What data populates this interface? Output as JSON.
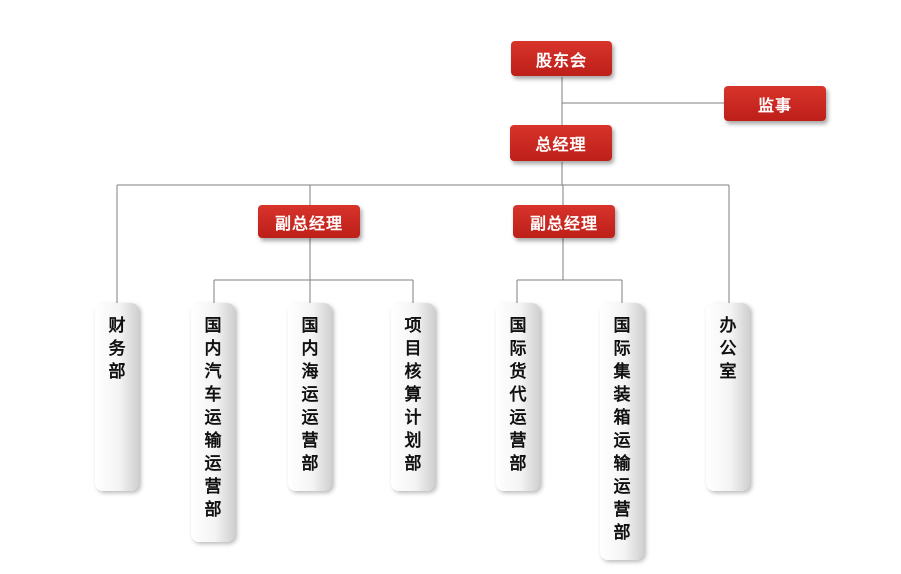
{
  "chart": {
    "top": "股东会",
    "supervisor": "监事",
    "gm": "总经理",
    "vp_left": "副总经理",
    "vp_right": "副总经理",
    "depts": [
      "财务部",
      "国内汽车运输运营部",
      "国内海运运营部",
      "项目核算计划部",
      "国际货代运营部",
      "国际集装箱运输运营部",
      "办公室"
    ]
  },
  "colors": {
    "box_red": "#c8241e",
    "line": "#7f7f7f"
  }
}
